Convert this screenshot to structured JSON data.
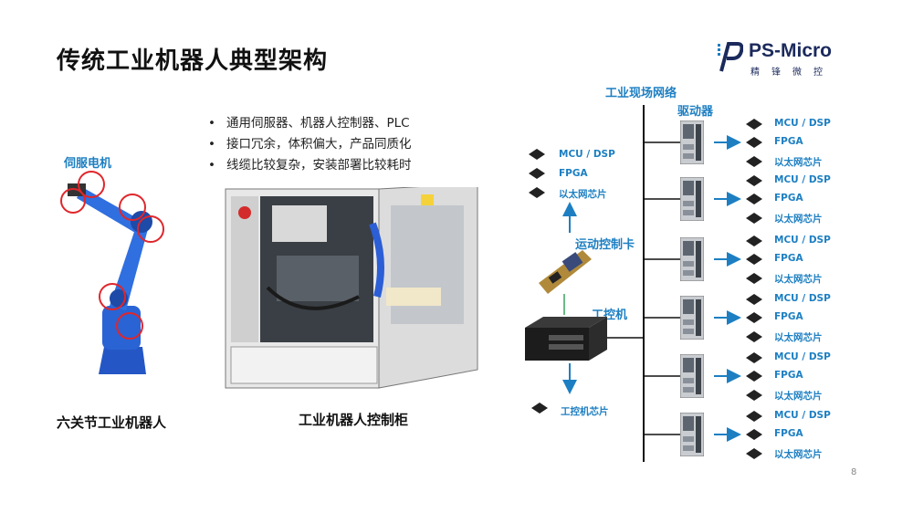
{
  "title": "传统工业机器人典型架构",
  "logo": {
    "brand": "PS-Micro",
    "tagline": "精锋微控"
  },
  "bullets": [
    "通用伺服器、机器人控制器、PLC",
    "接口冗余，体积偏大，产品同质化",
    "线缆比较复杂，安装部署比较耗时"
  ],
  "robot": {
    "label": "伺服电机",
    "caption": "六关节工业机器人"
  },
  "cabinet": {
    "caption": "工业机器人控制柜"
  },
  "network": {
    "label": "工业现场网络",
    "drive_label": "驱动器"
  },
  "motion_card": {
    "label": "运动控制卡",
    "chips": [
      "MCU / DSP",
      "FPGA",
      "以太网芯片"
    ]
  },
  "ipc": {
    "label": "工控机",
    "chip": "工控机芯片"
  },
  "drive_chips": [
    [
      "MCU / DSP",
      "FPGA",
      "以太网芯片"
    ],
    [
      "MCU / DSP",
      "FPGA",
      "以太网芯片"
    ],
    [
      "MCU / DSP",
      "FPGA",
      "以太网芯片"
    ],
    [
      "MCU / DSP",
      "FPGA",
      "以太网芯片"
    ],
    [
      "MCU / DSP",
      "FPGA",
      "以太网芯片"
    ],
    [
      "MCU / DSP",
      "FPGA",
      "以太网芯片"
    ]
  ],
  "page_number": "8",
  "colors": {
    "accent": "#1d7fc2",
    "robot": "#2457c5",
    "highlight": "#e0262b",
    "brand": "#1b2a5c"
  }
}
